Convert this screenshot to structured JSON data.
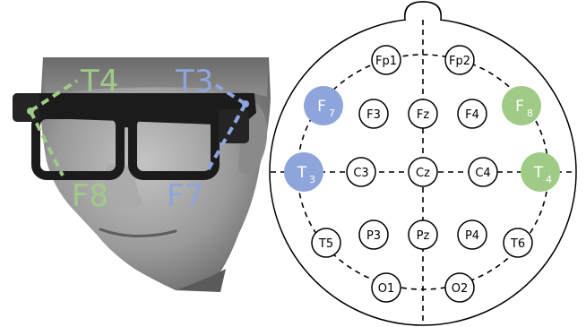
{
  "colors": {
    "green": "#9fcb86",
    "blue": "#8ea5dc",
    "outline": "#000000",
    "skin_dark": "#6f6f6f",
    "skin_light": "#b9b9b9",
    "frame": "#1b1b1b"
  },
  "photo": {
    "image_name": "head-wearing-eeg-glasses",
    "labels": {
      "t4": "T4",
      "t3": "T3",
      "f8": "F8",
      "f7": "F7"
    }
  },
  "electrodes": [
    {
      "key": "fp1",
      "base": "Fp",
      "sub": "1",
      "fill": "",
      "sub_style": "inline"
    },
    {
      "key": "fp2",
      "base": "Fp",
      "sub": "2",
      "fill": "",
      "sub_style": "inline"
    },
    {
      "key": "f7",
      "base": "F",
      "sub": "7",
      "fill": "blue",
      "sub_style": "subscript"
    },
    {
      "key": "f3",
      "base": "F3",
      "sub": "",
      "fill": "",
      "sub_style": "inline"
    },
    {
      "key": "fz",
      "base": "Fz",
      "sub": "",
      "fill": "",
      "sub_style": "inline"
    },
    {
      "key": "f4",
      "base": "F4",
      "sub": "",
      "fill": "",
      "sub_style": "inline"
    },
    {
      "key": "f8",
      "base": "F",
      "sub": "8",
      "fill": "green",
      "sub_style": "subscript"
    },
    {
      "key": "t3",
      "base": "T",
      "sub": "3",
      "fill": "blue",
      "sub_style": "subscript"
    },
    {
      "key": "c3",
      "base": "C3",
      "sub": "",
      "fill": "",
      "sub_style": "inline"
    },
    {
      "key": "cz",
      "base": "Cz",
      "sub": "",
      "fill": "",
      "sub_style": "inline"
    },
    {
      "key": "c4",
      "base": "C4",
      "sub": "",
      "fill": "",
      "sub_style": "inline"
    },
    {
      "key": "t4",
      "base": "T",
      "sub": "4",
      "fill": "green",
      "sub_style": "subscript"
    },
    {
      "key": "t5",
      "base": "T5",
      "sub": "",
      "fill": "",
      "sub_style": "inline"
    },
    {
      "key": "p3",
      "base": "P3",
      "sub": "",
      "fill": "",
      "sub_style": "inline"
    },
    {
      "key": "pz",
      "base": "Pz",
      "sub": "",
      "fill": "",
      "sub_style": "inline"
    },
    {
      "key": "p4",
      "base": "P4",
      "sub": "",
      "fill": "",
      "sub_style": "inline"
    },
    {
      "key": "t6",
      "base": "T6",
      "sub": "",
      "fill": "",
      "sub_style": "inline"
    },
    {
      "key": "o1",
      "base": "O",
      "sub": "1",
      "fill": "",
      "sub_style": "inline"
    },
    {
      "key": "o2",
      "base": "O",
      "sub": "2",
      "fill": "",
      "sub_style": "inline"
    }
  ]
}
